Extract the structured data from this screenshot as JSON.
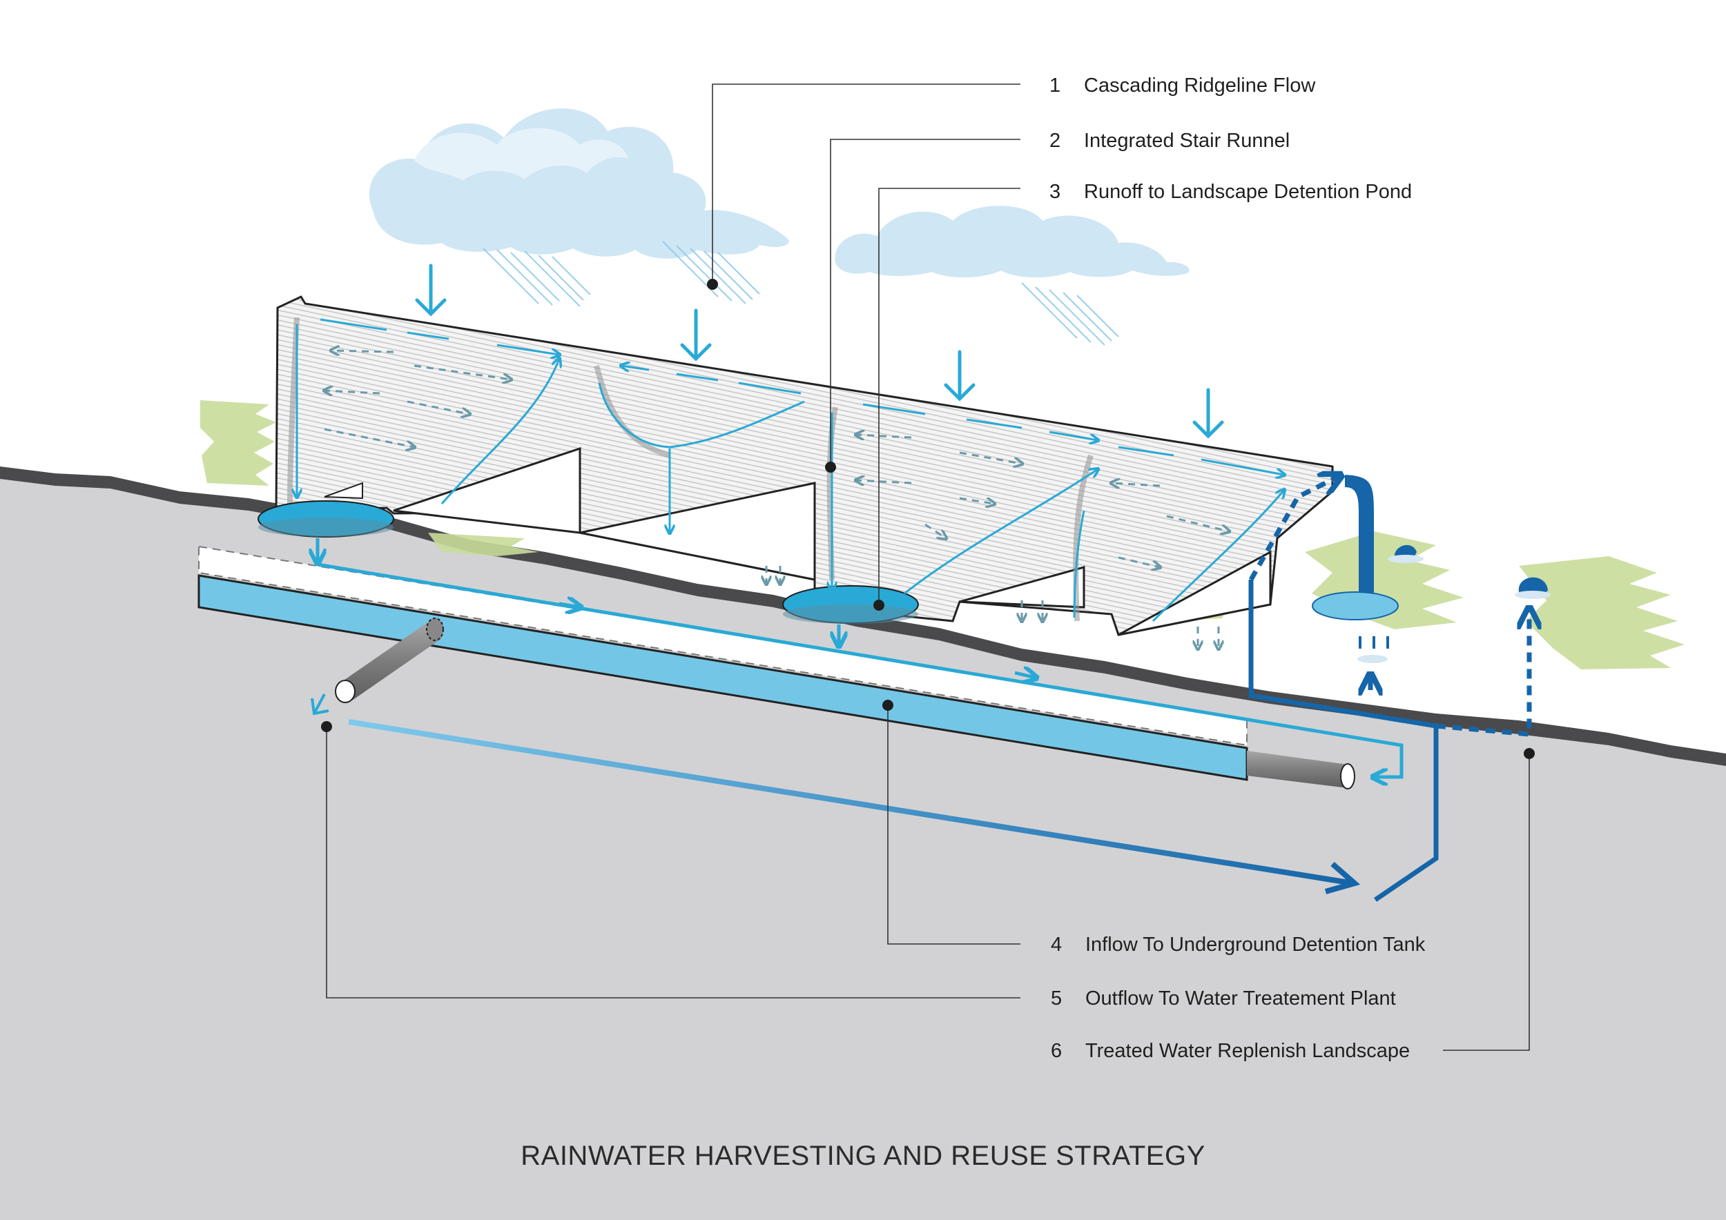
{
  "title": "RAINWATER HARVESTING AND REUSE STRATEGY",
  "callouts": [
    {
      "num": "1",
      "label": "Cascading Ridgeline Flow"
    },
    {
      "num": "2",
      "label": "Integrated Stair Runnel"
    },
    {
      "num": "3",
      "label": "Runoff to Landscape Detention Pond"
    },
    {
      "num": "4",
      "label": "Inflow To Underground Detention Tank"
    },
    {
      "num": "5",
      "label": "Outflow To Water Treatement Plant"
    },
    {
      "num": "6",
      "label": "Treated Water Replenish Landscape"
    }
  ],
  "colors": {
    "ground": "#d2d2d4",
    "water_light": "#29a9d6",
    "water_dark": "#1565a8",
    "tank": "#74c6e6",
    "cloud": "#cfe6f4",
    "vegetation": "#c9dc9a",
    "structure": "#f3f3f3"
  },
  "icons": [
    "cloud-icon",
    "rain-icon",
    "fountain-icon",
    "pipe-icon"
  ]
}
